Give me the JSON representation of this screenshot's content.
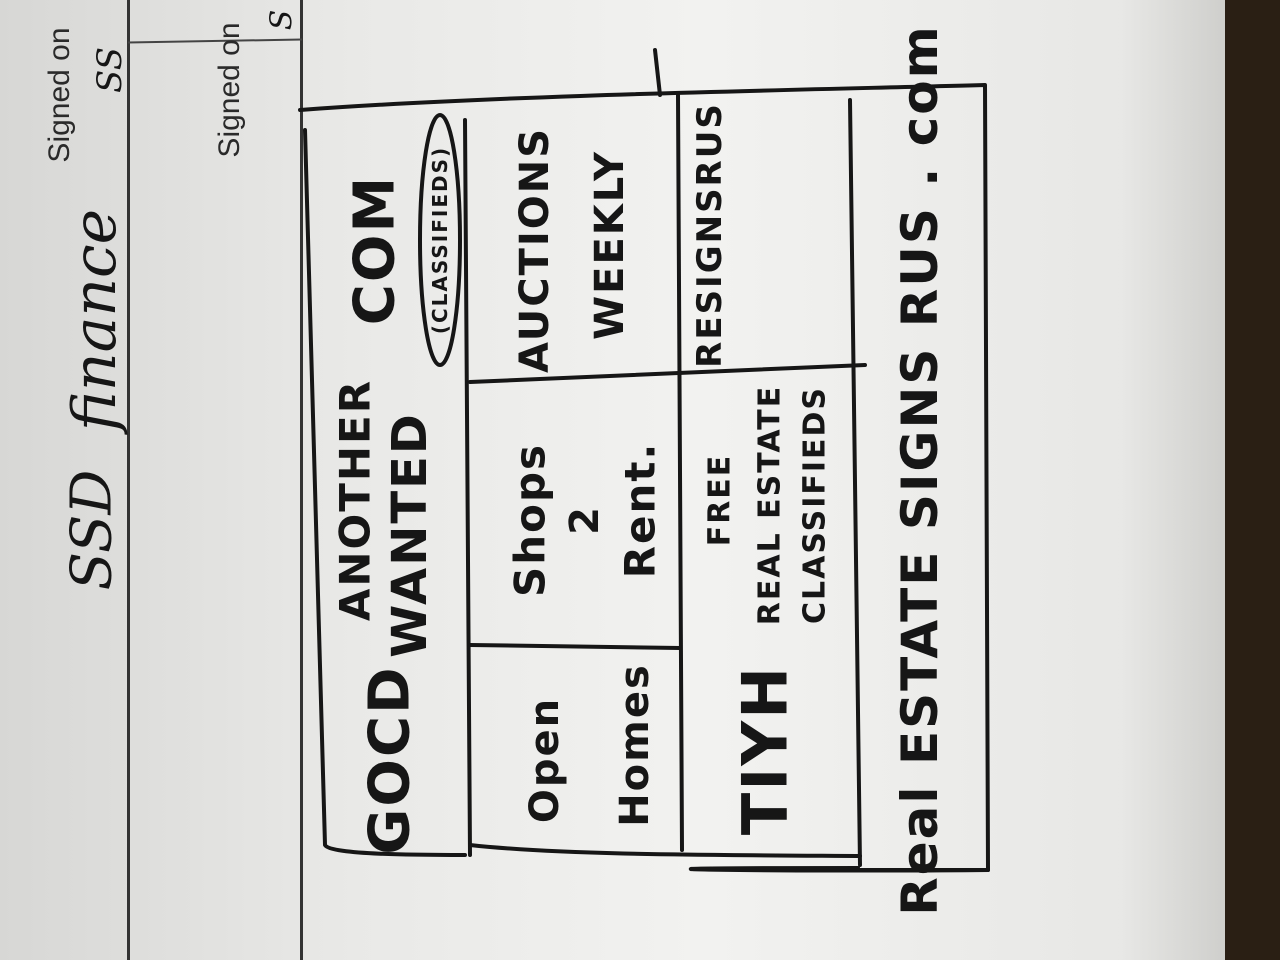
{
  "form": {
    "signed_on_1": "Signed on",
    "signed_on_2": "Signed on",
    "initials_1": "SS",
    "initials_2": "S"
  },
  "signature": {
    "prefix": "SSD",
    "name": "finance"
  },
  "sketch": {
    "header_brand": "GOCD",
    "header_line1": "ANOTHER",
    "header_line2": "WANTED",
    "header_com": "COM",
    "header_note": "(CLASSIFIEDS)",
    "cells": [
      {
        "lines": [
          "Open",
          "Homes"
        ]
      },
      {
        "lines": [
          "Shops",
          "2",
          "Rent."
        ]
      },
      {
        "lines": [
          "AUCTIONS",
          "WEEKLY"
        ]
      },
      {
        "lines": [
          "TIYH"
        ]
      },
      {
        "lines": [
          "FREE",
          "REAL ESTATE",
          "CLASSIFIEDS"
        ]
      },
      {
        "lines": [
          "RESIGNSRUS"
        ]
      }
    ],
    "footer": "Real ESTATE SIGNS RUS . com"
  },
  "colors": {
    "ink": "#161616",
    "paper": "#eeeeec",
    "background": "#2a1f14"
  }
}
